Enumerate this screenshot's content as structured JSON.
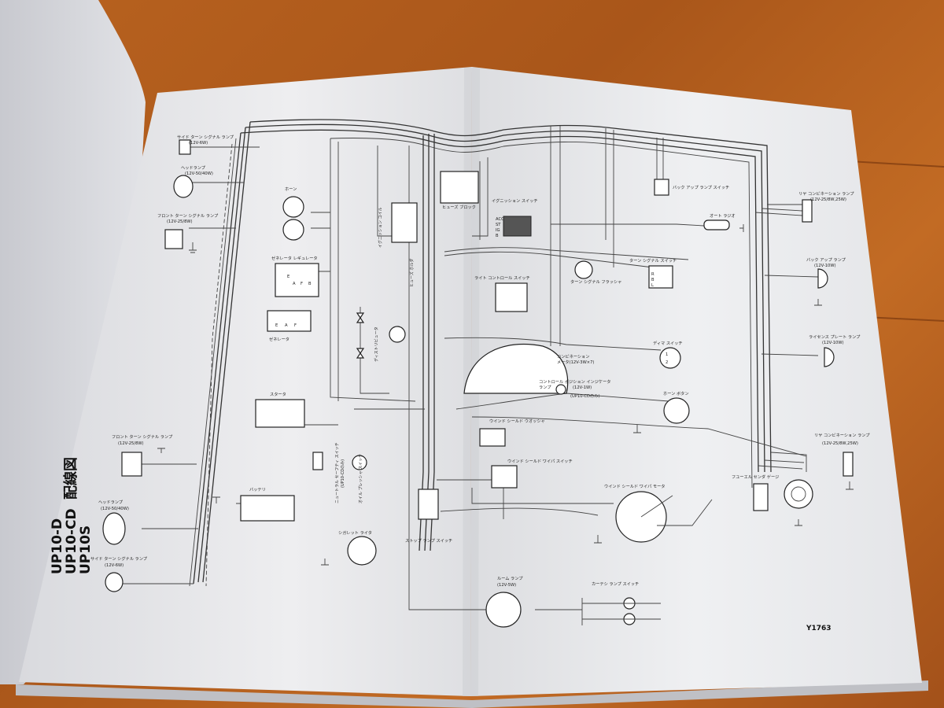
{
  "title": {
    "models": [
      "UP10-D",
      "UP10-CD",
      "UP10S"
    ],
    "heading": "配線図"
  },
  "figure_id": "Y1763",
  "components": {
    "side_turn_signal_top": {
      "name": "サイド ターン シグナル ランプ",
      "spec": "(12V-6W)"
    },
    "headlamp_top": {
      "name": "ヘッドランプ",
      "spec": "(12V-50/40W)"
    },
    "front_turn_signal_top": {
      "name": "フロント ターン シグナル ランプ",
      "spec": "(12V-25/8W)"
    },
    "horn": {
      "name": "ホーン"
    },
    "regulator": {
      "name": "ゼネレータ レギュレータ"
    },
    "generator": {
      "name": "ゼネレータ"
    },
    "ignition_coil": {
      "name": "イグニッション コイル"
    },
    "distributor": {
      "name": "ディストリビュータ"
    },
    "fuse_holder": {
      "name": "ヒューズ ホルダ"
    },
    "fuse_block": {
      "name": "ヒューズ ブロック"
    },
    "ignition_switch": {
      "name": "イグニッション スイッチ"
    },
    "light_control_switch": {
      "name": "ライト コントロール スイッチ"
    },
    "turn_flasher": {
      "name": "ターン シグナル フラッシャ"
    },
    "turn_switch": {
      "name": "ターン シグナル スイッチ"
    },
    "backup_switch": {
      "name": "バック アップ ランプ スイッチ"
    },
    "auto_radio": {
      "name": "オート ラジオ"
    },
    "rear_combo_top": {
      "name": "リヤ コンビネーション ランプ",
      "spec": "(12V-25/8W,25W)"
    },
    "backup_lamp": {
      "name": "バック アップ ランプ",
      "spec": "(12V-10W)"
    },
    "license_lamp": {
      "name": "ライセンス プレート ランプ",
      "spec": "(12V-10W)"
    },
    "dimmer_switch": {
      "name": "ディマ スイッチ"
    },
    "meter": {
      "name": "コンビネーション",
      "name2": "メータ(12V-3W×7)"
    },
    "position_lamp": {
      "name": "コントロール ポジション インジケータ",
      "name2": "ランプ",
      "spec": "(12V-1W)",
      "note": "(UP10-CDのみ)"
    },
    "horn_button": {
      "name": "ホーン ボタン"
    },
    "starter": {
      "name": "スタータ"
    },
    "battery": {
      "name": "バッテリ"
    },
    "neutral_switch": {
      "name": "ニュートラル セーフティ スイッチ",
      "note": "(UP10-CDのみ)"
    },
    "oil_switch": {
      "name": "オイル プレッシャ スイッチ"
    },
    "washer": {
      "name": "ウインド シールド ウオッシャ"
    },
    "wiper_switch": {
      "name": "ウインド シールド ワイパ スイッチ"
    },
    "wiper_motor": {
      "name": "ウインド シールド ワイパ モータ"
    },
    "fuel_gauge": {
      "name": "フユーエル センダ ゲージ"
    },
    "rear_combo_bottom": {
      "name": "リヤ コンビネーション ランプ",
      "spec": "(12V-25/8W,25W)"
    },
    "front_turn_signal_bottom": {
      "name": "フロント ターン シグナル ランプ",
      "spec": "(12V-25/8W)"
    },
    "headlamp_bottom": {
      "name": "ヘッドランプ",
      "spec": "(12V-50/40W)"
    },
    "side_turn_signal_bottom": {
      "name": "サイド ターン シグナル ランプ",
      "spec": "(12V-6W)"
    },
    "stop_switch": {
      "name": "ストップ ランプ スイッチ"
    },
    "cigarette_lighter": {
      "name": "シガレット ライタ"
    },
    "room_lamp": {
      "name": "ルーム ランプ",
      "spec": "(12V-5W)"
    },
    "courtesy_switch": {
      "name": "カーテシ ランプ スイッチ"
    }
  },
  "terminals": {
    "regulator": [
      "E",
      "A",
      "F",
      "B"
    ],
    "generator": [
      "E",
      "A",
      "F"
    ],
    "ignition": [
      "ACC",
      "ST",
      "IG",
      "B"
    ],
    "turn_switch": [
      "R",
      "B",
      "L"
    ],
    "dimmer": [
      "1",
      "2"
    ]
  }
}
